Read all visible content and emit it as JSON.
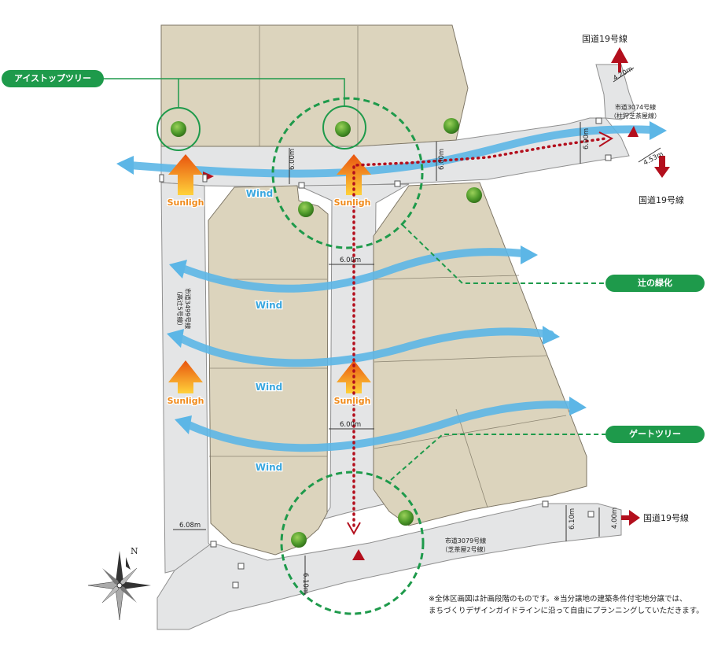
{
  "labels": {
    "ice_top_tree": "アイストップツリー",
    "corner_green": "辻の緑化",
    "gate_tree": "ゲートツリー"
  },
  "directions": {
    "route19_top": "国道19号線",
    "route19_right_upper": "国道19号線",
    "route19_right_lower": "国道19号線",
    "north": "N"
  },
  "roads": {
    "road3074": "市道3074号線",
    "road3074_sub": "（柱狩芝茶屋線）",
    "road3079": "市道3079号線",
    "road3079_sub": "（芝茶屋2号線）",
    "road_west_line1": "市道3499号線",
    "road_west_line2": "（高辻5号線）"
  },
  "dimensions": {
    "d_420": "4.20m",
    "d_453": "4.53m",
    "d_600_a": "6.00m",
    "d_600_b": "6.00m",
    "d_600_c": "6.00m",
    "d_600_d": "6.00m",
    "d_600_e": "6.00m",
    "d_608": "6.08m",
    "d_610_a": "6.10m",
    "d_610_b": "6.10m",
    "d_400": "4.00m"
  },
  "flows": {
    "sun_1": "Sunligh",
    "sun_2": "Sunligh",
    "sun_3": "Sunligh",
    "sun_4": "Sunligh",
    "wind_1": "Wind",
    "wind_2": "Wind",
    "wind_3": "Wind",
    "wind_4": "Wind"
  },
  "note": {
    "line1": "※全体区画図は計画段階のものです。※当分譲地の建築条件付宅地分譲では、",
    "line2": "まちづくりデザインガイドラインに沿って自由にプランニングしていただきます。"
  },
  "colors": {
    "lot": "#dcd4bd",
    "road": "#e4e5e6",
    "wind": "#5cb6e6",
    "green": "#1e9a4b",
    "route": "#b30f1d",
    "sun": "#f08a1a"
  }
}
